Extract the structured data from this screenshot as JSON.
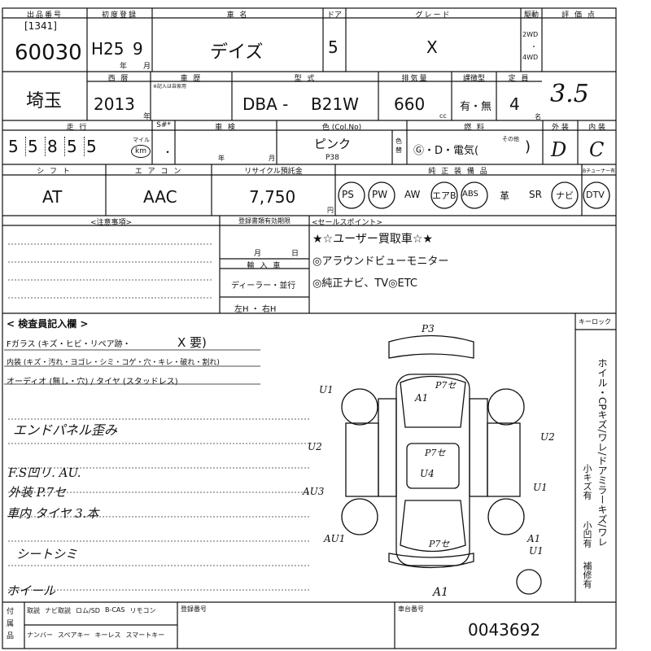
{
  "header": {
    "lot_label": "出品番号",
    "lot_small": "[1341]",
    "lot_number": "60030",
    "first_reg_label": "初度登録",
    "first_reg_era": "H25",
    "first_reg_month": "9",
    "year_unit": "年",
    "month_unit": "月",
    "car_name_label": "車 名",
    "car_name": "デイズ",
    "doors_label": "ドア",
    "doors": "5",
    "grade_label": "グレード",
    "grade": "X",
    "drive_label": "駆動",
    "drive_2wd": "2WD",
    "drive_4wd": "4WD",
    "score_label": "評 価 点",
    "score": "3.5"
  },
  "row2": {
    "region": "埼玉",
    "year_label": "西 暦",
    "year": "2013",
    "year_unit": "年",
    "history_label": "車 歴",
    "history_note": "※記入は自家用",
    "model_label": "型 式",
    "model_prefix": "DBA -",
    "model_code": "B21W",
    "displacement_label": "排気量",
    "displacement": "660",
    "cc": "cc",
    "turbo_label": "課徴型",
    "turbo": "有・無",
    "capacity_label": "定 員",
    "capacity": "4",
    "person_unit": "名"
  },
  "row3": {
    "mileage_label": "走 行",
    "mileage_digits": [
      "5",
      "5",
      "8",
      "5",
      "5"
    ],
    "mile_unit": "マイル",
    "km_unit": "km",
    "meter_label": "S#*",
    "inspection_label": "車 検",
    "year_unit": "年",
    "month_unit": "月",
    "color_label": "色 (Col.No)",
    "color": "ピンク",
    "color_code": "P38",
    "color_change": "色替",
    "fuel_label": "燃 料",
    "fuel_options": "Ⓖ・D・電気(",
    "fuel_other": "その他",
    "fuel_close": ")",
    "exterior_label": "外 装",
    "exterior": "D",
    "interior_label": "内 装",
    "interior": "C"
  },
  "row4": {
    "shift_label": "シ フ ト",
    "shift": "AT",
    "ac_label": "エ ア コ ン",
    "ac": "AAC",
    "recycle_label": "リサイクル預託金",
    "recycle": "7,750",
    "yen": "円",
    "equipment_label": "純 正 装 備 品",
    "equipment": [
      "PS",
      "PW",
      "AW",
      "エアB",
      "ABS",
      "革",
      "SR",
      "ナビ",
      "DTV"
    ],
    "equipment_circled": [
      true,
      true,
      false,
      true,
      true,
      false,
      false,
      true,
      true
    ],
    "tuner_label": "Bチューナー有"
  },
  "notes": {
    "caution_label": "<注意事項>",
    "reg_expiry_label": "登録書類有効期限",
    "month": "月",
    "day": "日",
    "import_label": "輸 入 車",
    "dealer": "ディーラー・並行",
    "handle": "左H ・ 右H",
    "sales_label": "<セールスポイント>",
    "sales_points": [
      "★☆ユーザー買取車☆★",
      "◎アラウンドビューモニター",
      "◎純正ナビ、TV◎ETC"
    ]
  },
  "inspector": {
    "title": "< 検査員記入欄 >",
    "glass_line": "Fガラス (キズ・ヒビ・リペア跡・",
    "glass_mark": "X 要)",
    "interior_line": "内装 (キズ・汚れ・ヨゴレ・シミ・コゲ・穴・キレ・破れ・割れ)",
    "audio_line": "オーディオ (無し・穴) / タイヤ (スタッドレス)",
    "hand_notes": [
      "エンドパネル歪み",
      "F.S凹リ. AU.",
      "外装 P.7セ",
      "車内 タイヤ 3.本",
      "シートシミ",
      "ホイール"
    ],
    "keylock_label": "キーロック",
    "side_text": "ホイル・CPキズ/ワレ/ドアミラーキズ/ワレ",
    "side_small": "小キズ有",
    "side_small2": "小凹有",
    "side_repair": "補修有"
  },
  "diagram_marks": [
    "P3",
    "A1",
    "P7セ",
    "U1",
    "U2",
    "P7セ",
    "U4",
    "U2",
    "U1",
    "AU3",
    "AU1",
    "P7セ",
    "A1",
    "U1",
    "A1"
  ],
  "footer": {
    "accessory_label": "付属品",
    "items_top": [
      "取説",
      "ナビ取説",
      "ロム/SD",
      "B-CAS",
      "リモコン"
    ],
    "items_bottom": [
      "ナンバー",
      "スペアキー",
      "キーレス",
      "スマートキー"
    ],
    "reg_number_label": "登録番号",
    "chassis_label": "車台番号",
    "chassis": "0043692"
  }
}
